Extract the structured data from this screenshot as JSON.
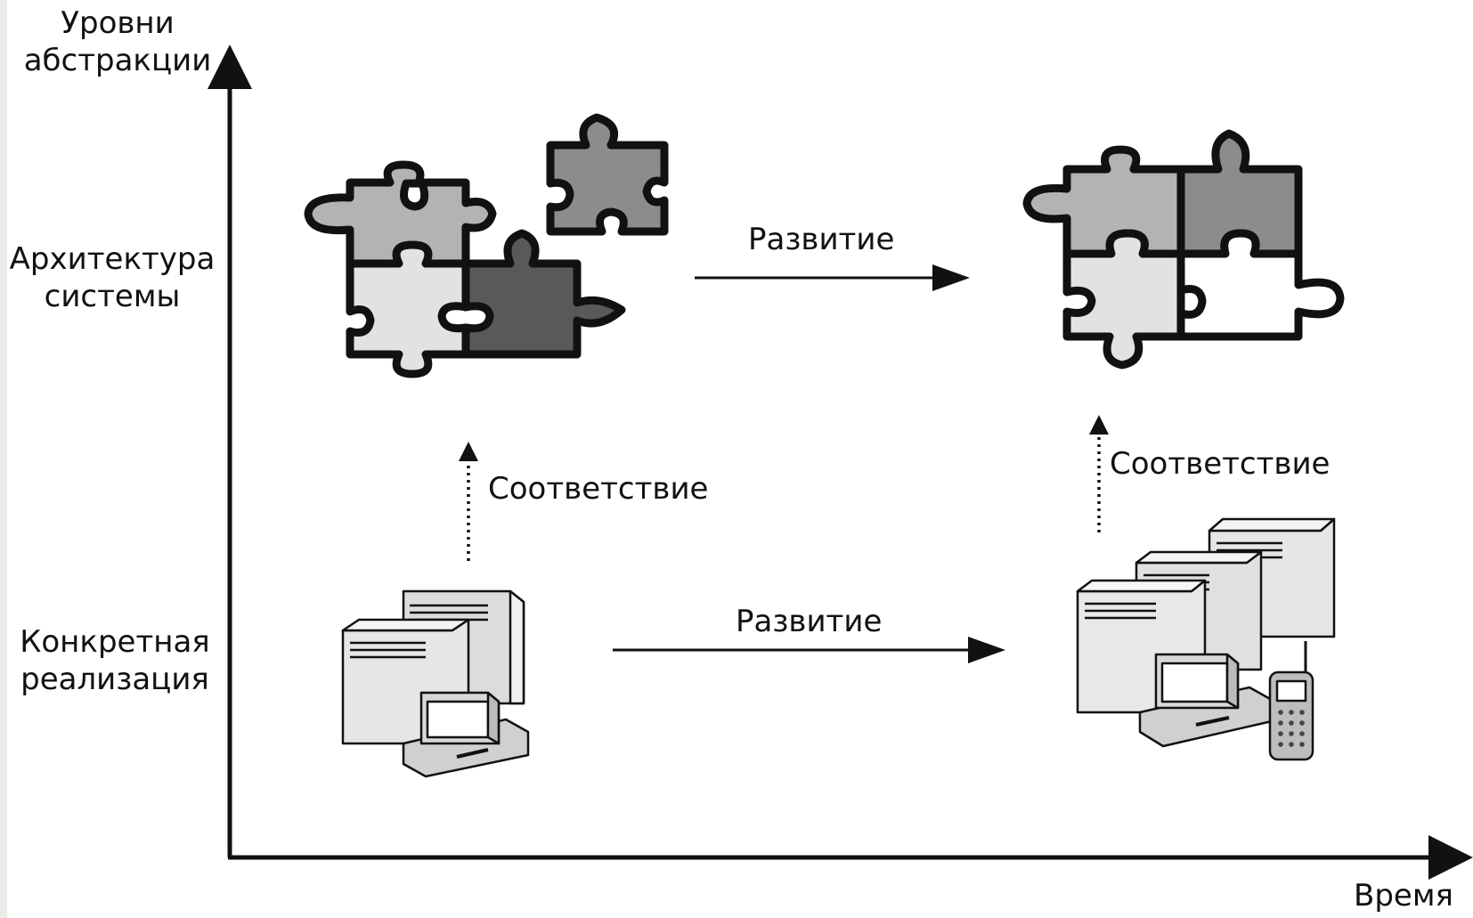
{
  "axis": {
    "y_title": "Уровни\nабстракции",
    "x_title": "Время"
  },
  "levels": {
    "architecture": "Архитектура\nсистемы",
    "implementation": "Конкретная\nреализация"
  },
  "edges": {
    "arch_evolution": "Развитие",
    "impl_evolution": "Развитие",
    "left_correspondence": "Соответствие",
    "right_correspondence": "Соответствие"
  },
  "colors": {
    "piece_light": "#e2e2e2",
    "piece_mid": "#b3b3b3",
    "piece_dark_mid": "#8c8c8c",
    "piece_dark": "#595959",
    "piece_white": "#ffffff",
    "outline": "#111111"
  }
}
